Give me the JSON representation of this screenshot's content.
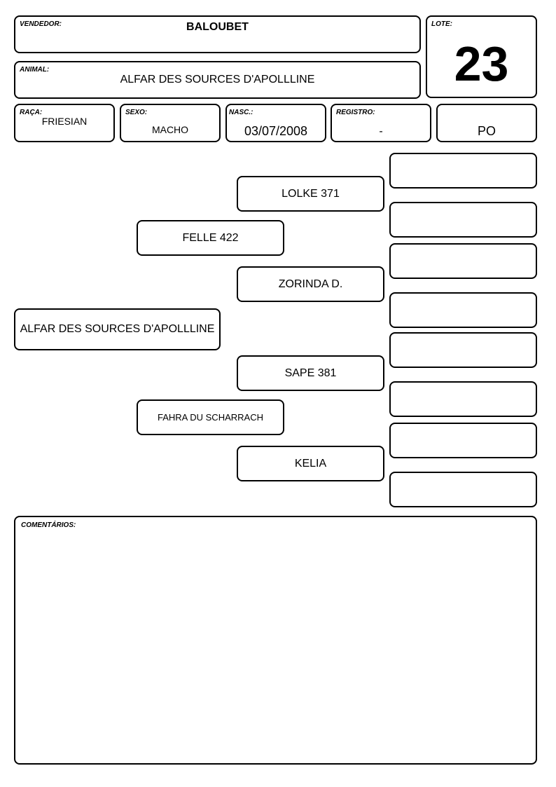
{
  "header": {
    "vendedor_label": "VENDEDOR:",
    "vendedor": "BALOUBET",
    "lote_label": "LOTE:",
    "lote": "23",
    "animal_label": "ANIMAL:",
    "animal": "ALFAR DES SOURCES D'APOLLLINE"
  },
  "details": {
    "raca_label": "RAÇA:",
    "raca": "FRIESIAN",
    "sexo_label": "SEXO:",
    "sexo": "MACHO",
    "nasc_label": "NASC.:",
    "nasc": "03/07/2008",
    "registro_label": "REGISTRO:",
    "registro": "-",
    "tipo": "PO"
  },
  "pedigree": {
    "subject": "ALFAR DES SOURCES D'APOLLLINE",
    "sire": "FELLE 422",
    "dam": "FAHRA DU SCHARRACH",
    "sire_sire": "LOLKE 371",
    "sire_dam": "ZORINDA D.",
    "dam_sire": "SAPE 381",
    "dam_dam": "KELIA"
  },
  "comments": {
    "label": "COMENTÁRIOS:"
  }
}
